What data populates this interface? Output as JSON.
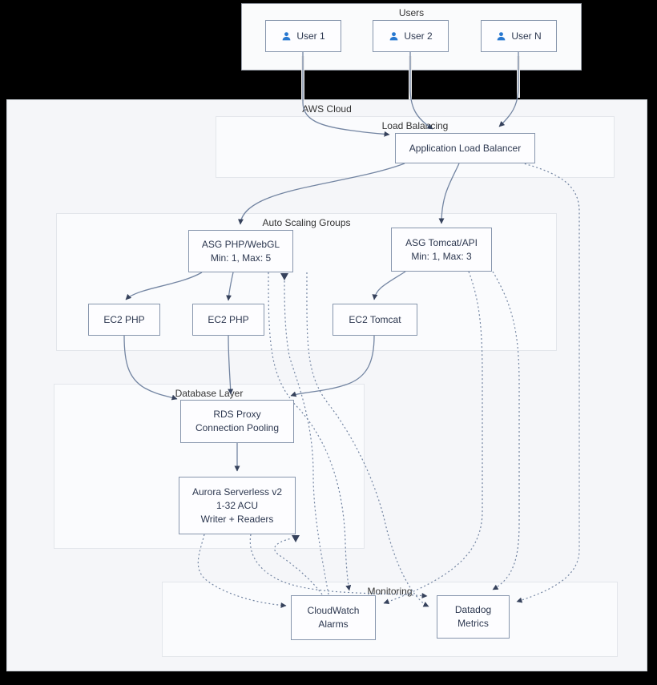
{
  "users_group": {
    "label": "Users",
    "items": [
      {
        "label": "User 1"
      },
      {
        "label": "User 2"
      },
      {
        "label": "User N"
      }
    ]
  },
  "aws_cloud": {
    "label": "AWS Cloud"
  },
  "load_balancing": {
    "label": "Load Balancing",
    "alb": {
      "line1": "Application Load Balancer"
    }
  },
  "auto_scaling": {
    "label": "Auto Scaling Groups",
    "asg_php": {
      "line1": "ASG PHP/WebGL",
      "line2": "Min: 1, Max: 5"
    },
    "asg_tomcat": {
      "line1": "ASG Tomcat/API",
      "line2": "Min: 1, Max: 3"
    },
    "ec2_php_1": {
      "line1": "EC2 PHP"
    },
    "ec2_php_2": {
      "line1": "EC2 PHP"
    },
    "ec2_tomcat": {
      "line1": "EC2 Tomcat"
    }
  },
  "database": {
    "label": "Database Layer",
    "rds_proxy": {
      "line1": "RDS Proxy",
      "line2": "Connection Pooling"
    },
    "aurora": {
      "line1": "Aurora Serverless v2",
      "line2": "1-32 ACU",
      "line3": "Writer + Readers"
    }
  },
  "monitoring": {
    "label": "Monitoring",
    "cloudwatch": {
      "line1": "CloudWatch",
      "line2": "Alarms"
    },
    "datadog": {
      "line1": "Datadog",
      "line2": "Metrics"
    }
  },
  "icons": {
    "user_icon": "person-bust-glyph"
  },
  "edges": [
    {
      "from": "user-1",
      "to": "alb",
      "style": "solid"
    },
    {
      "from": "user-2",
      "to": "alb",
      "style": "solid"
    },
    {
      "from": "user-n",
      "to": "alb",
      "style": "solid"
    },
    {
      "from": "alb",
      "to": "asg-php-webgl",
      "style": "solid"
    },
    {
      "from": "alb",
      "to": "asg-tomcat-api",
      "style": "solid"
    },
    {
      "from": "asg-php-webgl",
      "to": "ec2-php-1",
      "style": "solid"
    },
    {
      "from": "asg-php-webgl",
      "to": "ec2-php-2",
      "style": "solid"
    },
    {
      "from": "asg-tomcat-api",
      "to": "ec2-tomcat",
      "style": "solid"
    },
    {
      "from": "ec2-php-1",
      "to": "rds-proxy",
      "style": "solid"
    },
    {
      "from": "ec2-php-2",
      "to": "rds-proxy",
      "style": "solid"
    },
    {
      "from": "ec2-tomcat",
      "to": "rds-proxy",
      "style": "solid"
    },
    {
      "from": "rds-proxy",
      "to": "aurora",
      "style": "solid"
    },
    {
      "from": "alb",
      "to": "datadog",
      "style": "dotted"
    },
    {
      "from": "asg-php-webgl",
      "to": "cloudwatch",
      "style": "dotted"
    },
    {
      "from": "asg-php-webgl",
      "to": "datadog",
      "style": "dotted"
    },
    {
      "from": "asg-tomcat-api",
      "to": "cloudwatch",
      "style": "dotted"
    },
    {
      "from": "asg-tomcat-api",
      "to": "datadog",
      "style": "dotted"
    },
    {
      "from": "aurora",
      "to": "cloudwatch",
      "style": "dotted"
    },
    {
      "from": "aurora",
      "to": "datadog",
      "style": "dotted"
    },
    {
      "from": "cloudwatch",
      "to": "asg-php-webgl",
      "style": "dotted"
    },
    {
      "from": "cloudwatch",
      "to": "aurora",
      "style": "dotted"
    }
  ],
  "colors": {
    "bg": "#000000",
    "edge": "#7385a2",
    "arrow": "#36425c",
    "node-border": "#8796ad",
    "node-fill": "#fdfdff",
    "container-fill": "#f5f6f9",
    "subcontainer-fill": "#fafbfd",
    "user-icon": "#2878d0",
    "text": "#2d3850"
  }
}
